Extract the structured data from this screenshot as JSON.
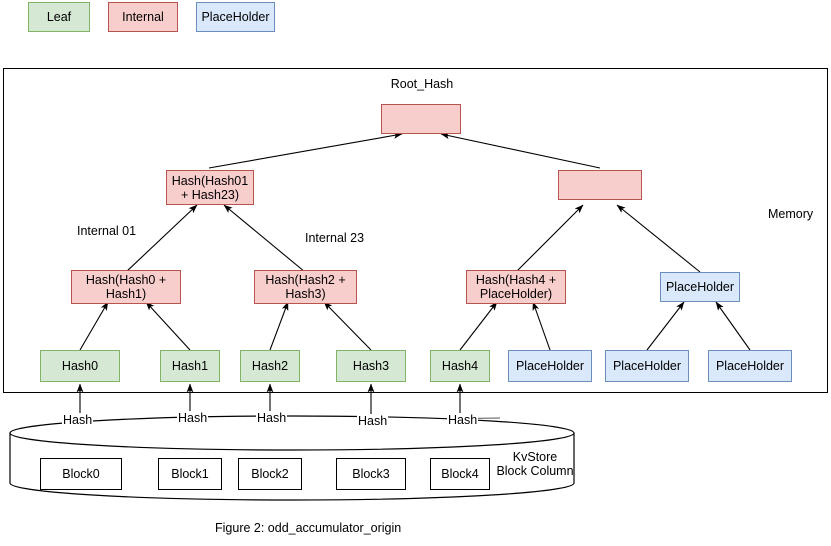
{
  "figure": {
    "caption": "Figure 2: odd_accumulator_origin",
    "memory_label": "Memory",
    "kvstore_label": "KvStore\nBlock Column"
  },
  "legend": {
    "items": [
      {
        "label": "Leaf",
        "kind": "leaf",
        "fill": "#d5e8d4",
        "stroke": "#82b366"
      },
      {
        "label": "Internal",
        "kind": "internal",
        "fill": "#f8cecc",
        "stroke": "#b85450"
      },
      {
        "label": "PlaceHolder",
        "kind": "placeholder",
        "fill": "#dae8fc",
        "stroke": "#6c8ebf"
      }
    ]
  },
  "tree": {
    "root": {
      "label": "",
      "title": "Root_Hash",
      "kind": "internal"
    },
    "level2": [
      {
        "label": "Hash(Hash01\n+ Hash23)",
        "kind": "internal"
      },
      {
        "label": "",
        "kind": "internal"
      }
    ],
    "level3": [
      {
        "label": "Hash(Hash0 +\nHash1)",
        "kind": "internal",
        "note": "Internal 01"
      },
      {
        "label": "Hash(Hash2 +\nHash3)",
        "kind": "internal",
        "note": "Internal 23"
      },
      {
        "label": "Hash(Hash4 +\nPlaceHolder)",
        "kind": "internal",
        "note": ""
      },
      {
        "label": "PlaceHolder",
        "kind": "placeholder",
        "note": ""
      }
    ],
    "leaves": [
      {
        "label": "Hash0",
        "kind": "leaf"
      },
      {
        "label": "Hash1",
        "kind": "leaf"
      },
      {
        "label": "Hash2",
        "kind": "leaf"
      },
      {
        "label": "Hash3",
        "kind": "leaf"
      },
      {
        "label": "Hash4",
        "kind": "leaf"
      },
      {
        "label": "PlaceHolder",
        "kind": "placeholder"
      },
      {
        "label": "PlaceHolder",
        "kind": "placeholder"
      },
      {
        "label": "PlaceHolder",
        "kind": "placeholder"
      }
    ]
  },
  "kvstore": {
    "blocks": [
      {
        "label": "Block0"
      },
      {
        "label": "Block1"
      },
      {
        "label": "Block2"
      },
      {
        "label": "Block3"
      },
      {
        "label": "Block4"
      }
    ],
    "hash_edge_labels": [
      "Hash",
      "Hash",
      "Hash",
      "Hash",
      "Hash"
    ]
  },
  "colors": {
    "leaf_fill": "#d5e8d4",
    "leaf_stroke": "#82b366",
    "internal_fill": "#f8cecc",
    "internal_stroke": "#b85450",
    "placeholder_fill": "#dae8fc",
    "placeholder_stroke": "#6c8ebf",
    "line": "#000000",
    "background": "#ffffff"
  }
}
